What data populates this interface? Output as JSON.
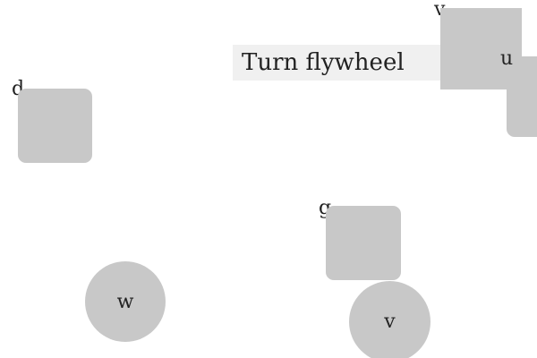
{
  "instruction": {
    "text": "Turn flywheel"
  },
  "shape_color": "#c8c8c8",
  "instruction_bg": "#f0f0f0",
  "objects": {
    "d": "d",
    "g": "g",
    "w": "w",
    "v_bottom": "v",
    "v_top": "v",
    "u": "u"
  }
}
